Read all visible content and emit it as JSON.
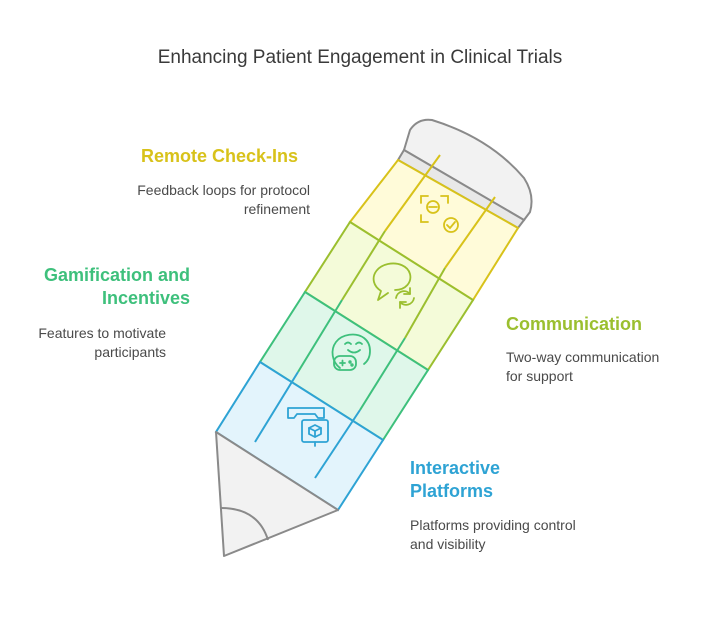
{
  "title": "Enhancing Patient Engagement in Clinical Trials",
  "sections": [
    {
      "heading": "Remote Check-Ins",
      "description_lines": [
        "Feedback loops for protocol",
        "refinement"
      ],
      "color": "#d8c21a",
      "fill": "#fffbd9",
      "icon": "user-check-icon"
    },
    {
      "heading": "Communication",
      "description_lines": [
        "Two-way communication",
        "for support"
      ],
      "color": "#9bbf2f",
      "fill": "#f4fbd9",
      "icon": "chat-refresh-icon"
    },
    {
      "heading_lines": [
        "Gamification and",
        "Incentives"
      ],
      "description_lines": [
        "Features to motivate",
        "participants"
      ],
      "color": "#3ec07c",
      "fill": "#dff7ea",
      "icon": "gamepad-smile-icon"
    },
    {
      "heading_lines": [
        "Interactive",
        "Platforms"
      ],
      "description_lines": [
        "Platforms providing control",
        "and visibility"
      ],
      "color": "#2ea3d4",
      "fill": "#e3f4fc",
      "icon": "vr-cube-icon"
    }
  ],
  "colors": {
    "pencil_outline": "#8a8a8a",
    "pencil_wood": "#f2f2f2"
  }
}
